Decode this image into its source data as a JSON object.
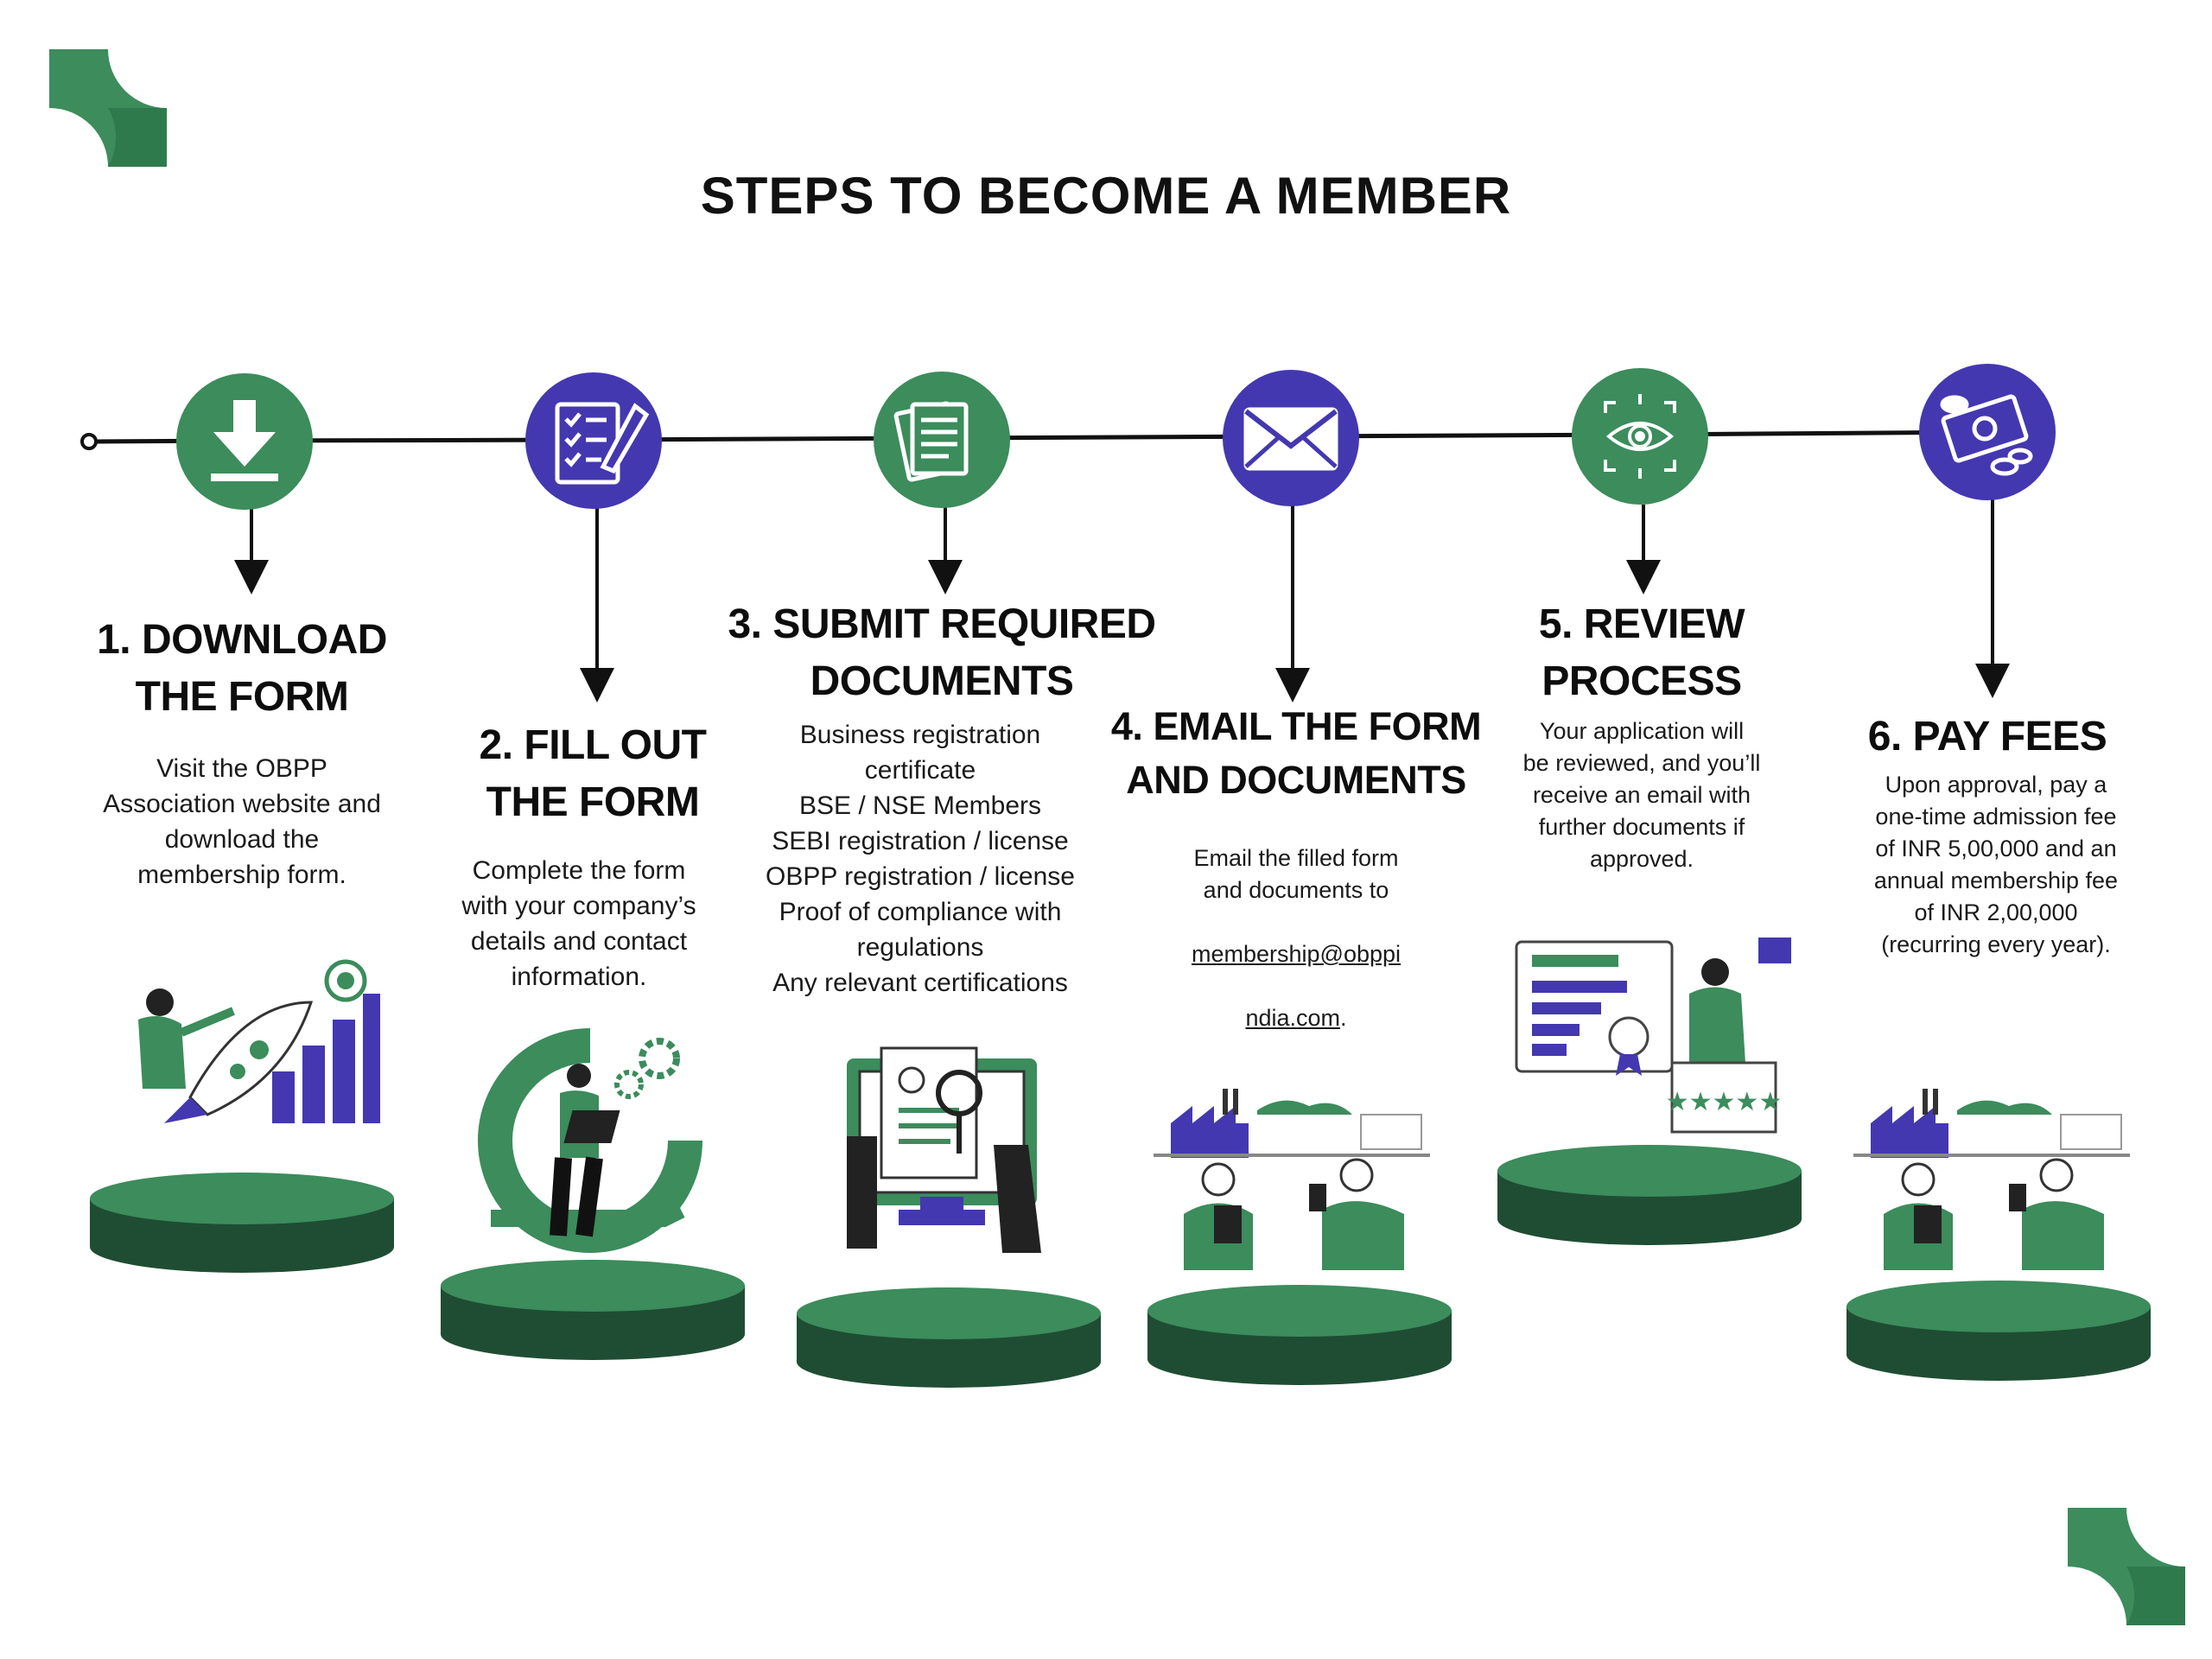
{
  "title": "STEPS TO BECOME A MEMBER",
  "colors": {
    "green": "#3c8c5c",
    "dark_green": "#1f4d33",
    "purple": "#4338b0",
    "line": "#111111"
  },
  "steps": [
    {
      "number": "1",
      "icon": "download-icon",
      "circle_color": "#3c8c5c",
      "title": "1. DOWNLOAD\nTHE FORM",
      "description": "Visit the OBPP\nAssociation website and\ndownload the\nmembership form."
    },
    {
      "number": "2",
      "icon": "document-checklist-icon",
      "circle_color": "#4338b0",
      "title": "2. FILL OUT\nTHE FORM",
      "description": "Complete the form\nwith your company’s\ndetails and contact\ninformation."
    },
    {
      "number": "3",
      "icon": "documents-stack-icon",
      "circle_color": "#3c8c5c",
      "title": "3. SUBMIT REQUIRED\nDOCUMENTS",
      "description": "Business registration\ncertificate\nBSE / NSE Members\nSEBI registration / license\nOBPP registration / license\nProof of compliance with\nregulations\nAny relevant certifications"
    },
    {
      "number": "4",
      "icon": "envelope-icon",
      "circle_color": "#4338b0",
      "title": "4. EMAIL THE FORM\nAND DOCUMENTS",
      "description_prefix": "Email the filled form\nand documents to",
      "email_line1": "membership@obppi",
      "email_line2": "ndia.com",
      "description_suffix": "."
    },
    {
      "number": "5",
      "icon": "eye-scan-icon",
      "circle_color": "#3c8c5c",
      "title": "5. REVIEW\nPROCESS",
      "description": "Your application will\nbe reviewed, and you’ll\nreceive an email with\nfurther documents if\napproved."
    },
    {
      "number": "6",
      "icon": "money-icon",
      "circle_color": "#4338b0",
      "title": "6. PAY FEES",
      "description": "Upon approval, pay a\none-time admission fee\nof INR 5,00,000 and an\nannual membership fee\nof INR 2,00,000\n(recurring every year)."
    }
  ]
}
